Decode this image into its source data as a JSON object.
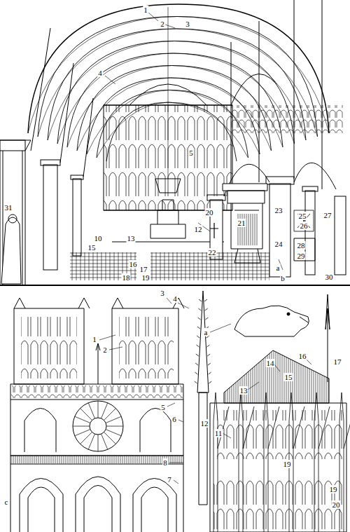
{
  "diagram": {
    "labels": [
      "1",
      "2",
      "3",
      "4",
      "5",
      "10",
      "12",
      "13",
      "15",
      "16",
      "17",
      "18",
      "19",
      "20",
      "21",
      "22",
      "23",
      "24",
      "25",
      "26",
      "27",
      "28",
      "29",
      "30",
      "31",
      "a",
      "b",
      "1",
      "2",
      "3",
      "4",
      "5",
      "6",
      "7",
      "8",
      "c",
      "a",
      "12",
      "11",
      "13",
      "14",
      "15",
      "16",
      "17",
      "19",
      "19",
      "20"
    ]
  }
}
